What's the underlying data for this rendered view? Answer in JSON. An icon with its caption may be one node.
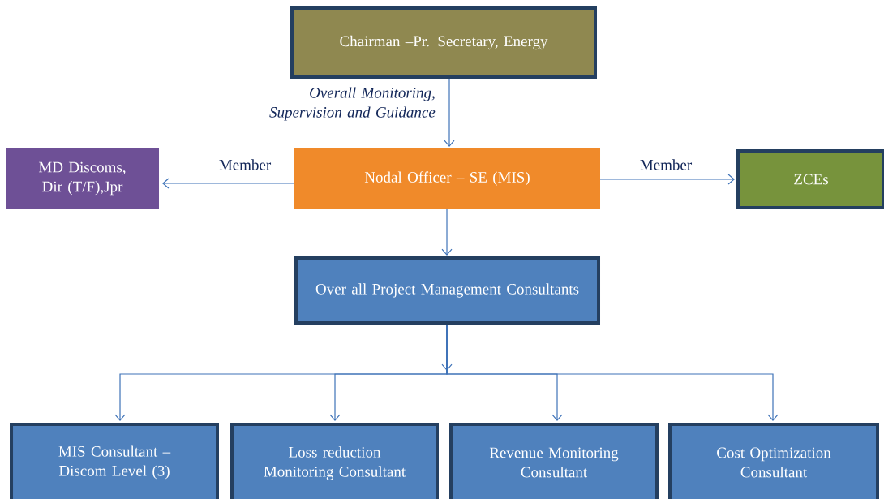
{
  "diagram": {
    "nodes": [
      {
        "text": [
          "Chairman –Pr. Secretary, Energy"
        ]
      },
      {
        "text": [
          "MD Discoms, Dir (T/F),Jpr"
        ]
      },
      {
        "text": [
          "Nodal Officer – SE (MIS)"
        ]
      },
      {
        "text": [
          "ZCEs"
        ]
      },
      {
        "text": [
          "Over all Project Management Consultants"
        ]
      },
      {
        "text": [
          "MIS Consultant – Discom Level (3)"
        ]
      },
      {
        "text": [
          "Loss reduction Monitoring Consultant"
        ]
      },
      {
        "text": [
          "Revenue Monitoring Consultant"
        ]
      },
      {
        "text": [
          "Cost Optimization Consultant"
        ]
      }
    ],
    "edges": [
      {
        "from": 0,
        "to": 2,
        "arrow": "to",
        "label": "*Overall Monitoring, Supervision and Guidance*"
      },
      {
        "from": 2,
        "to": 1,
        "arrow": "to",
        "label": "Member"
      },
      {
        "from": 2,
        "to": 3,
        "arrow": "to",
        "label": "Member"
      },
      {
        "from": 2,
        "to": 4,
        "arrow": "to"
      },
      {
        "from": 4,
        "to": 5,
        "arrow": "to"
      },
      {
        "from": 4,
        "to": 6,
        "arrow": "to"
      },
      {
        "from": 4,
        "to": 7,
        "arrow": "to"
      },
      {
        "from": 4,
        "to": 8,
        "arrow": "to"
      }
    ]
  }
}
